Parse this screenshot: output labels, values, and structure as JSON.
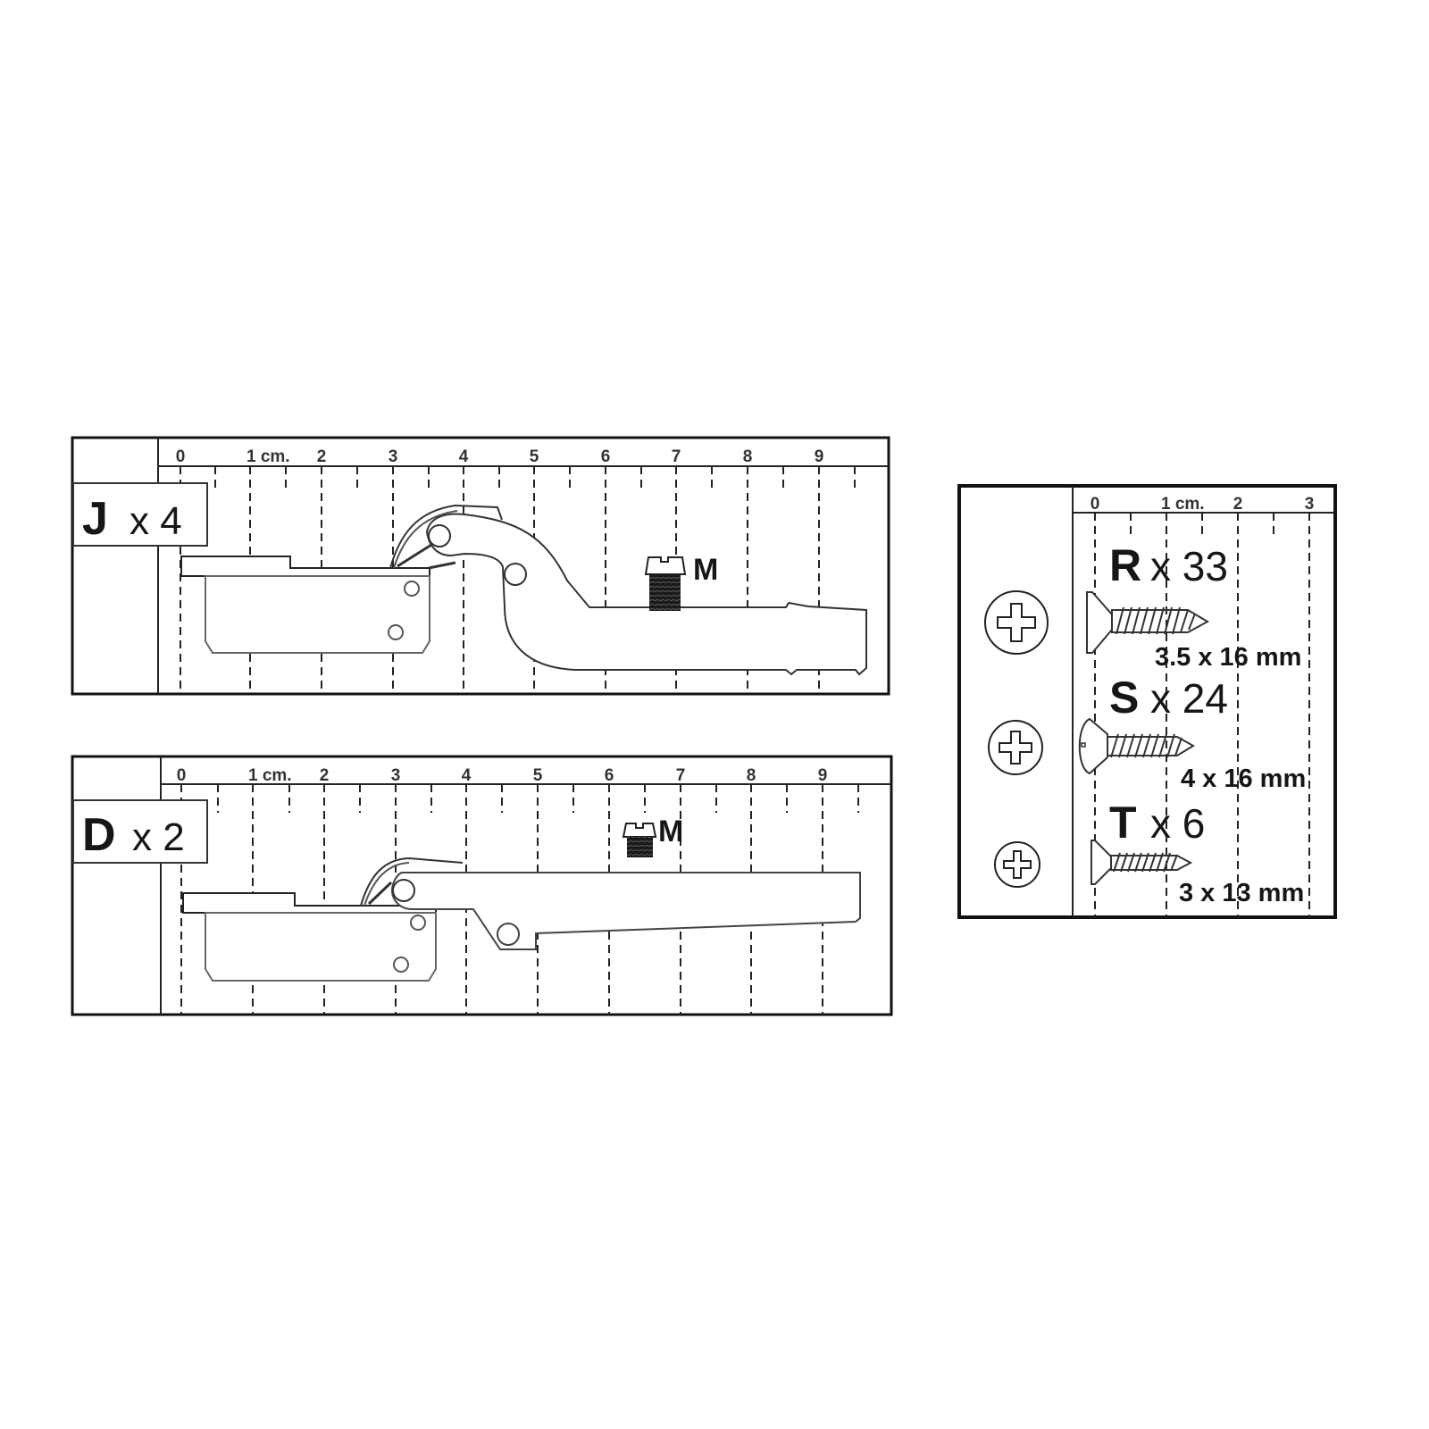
{
  "colors": {
    "ink": "#161616",
    "line": "#222222",
    "part_outline": "#555555",
    "background": "#ffffff"
  },
  "hinge_j": {
    "letter": "J",
    "quantity_text": "x 4",
    "ruler": {
      "labels": [
        "0",
        "1 cm.",
        "2",
        "3",
        "4",
        "5",
        "6",
        "7",
        "8",
        "9"
      ]
    },
    "screw_label": "M",
    "icon": "cup-hinge-curved-arm-icon"
  },
  "hinge_d": {
    "letter": "D",
    "quantity_text": "x 2",
    "ruler": {
      "labels": [
        "0",
        "1 cm.",
        "2",
        "3",
        "4",
        "5",
        "6",
        "7",
        "8",
        "9"
      ]
    },
    "screw_label": "M",
    "icon": "cup-hinge-straight-arm-icon"
  },
  "screws_panel": {
    "ruler": {
      "labels": [
        "0",
        "1 cm.",
        "2",
        "3"
      ]
    },
    "items": [
      {
        "letter": "R",
        "quantity_text": "x 33",
        "size": "3.5 x 16 mm",
        "head": "countersunk",
        "icon": "phillips-head-icon"
      },
      {
        "letter": "S",
        "quantity_text": "x 24",
        "size": "4 x 16 mm",
        "head": "raised-countersunk",
        "icon": "phillips-head-icon"
      },
      {
        "letter": "T",
        "quantity_text": "x 6",
        "size": "3 x 13 mm",
        "head": "countersunk",
        "icon": "phillips-head-icon"
      }
    ]
  }
}
